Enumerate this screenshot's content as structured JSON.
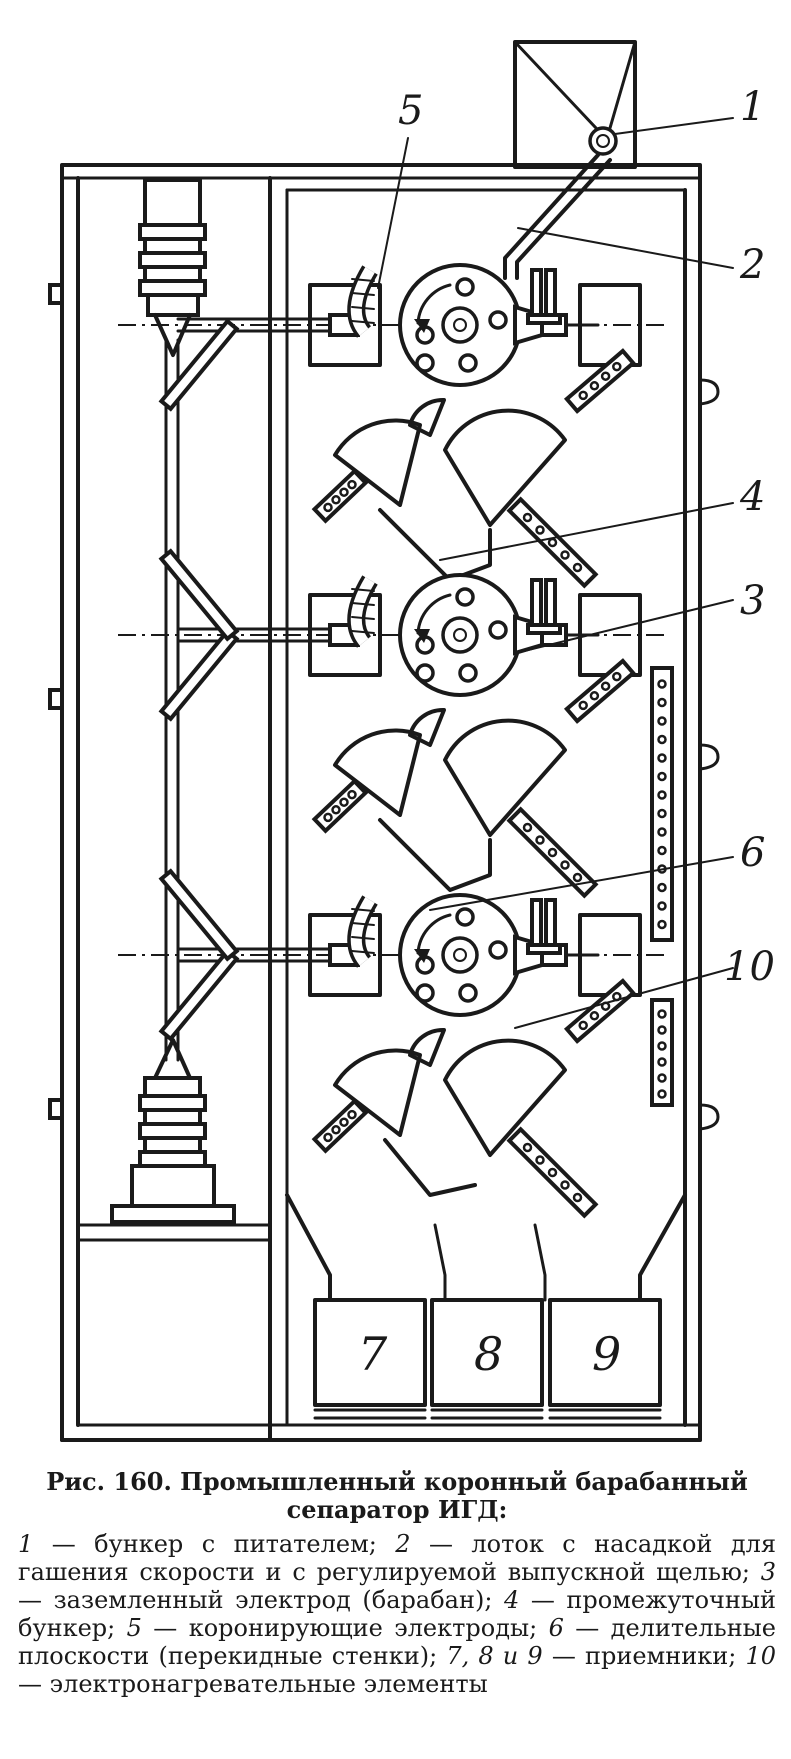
{
  "callouts": {
    "c1": "1",
    "c2": "2",
    "c3": "3",
    "c4": "4",
    "c5": "5",
    "c6": "6",
    "c10": "10"
  },
  "bins": {
    "b7": "7",
    "b8": "8",
    "b9": "9"
  },
  "caption": {
    "title": "Рис. 160. Промышленный коронный барабанный сепаратор ИГД:",
    "legend": [
      {
        "key": "1",
        "text": " — бункер с питателем; "
      },
      {
        "key": "2",
        "text": " — лоток с насадкой для гашения скорости и с регулируемой выпускной щелью; "
      },
      {
        "key": "3",
        "text": " — заземленный электрод (барабан); "
      },
      {
        "key": "4",
        "text": " — промежуточный бункер; "
      },
      {
        "key": "5",
        "text": " — коронирующие электроды; "
      },
      {
        "key": "6",
        "text": " — делительные плоскости (перекидные стенки); "
      },
      {
        "key": "7, 8 и 9",
        "text": " — приемники; "
      },
      {
        "key": "10",
        "text": " — электронагревательные элементы"
      }
    ]
  }
}
